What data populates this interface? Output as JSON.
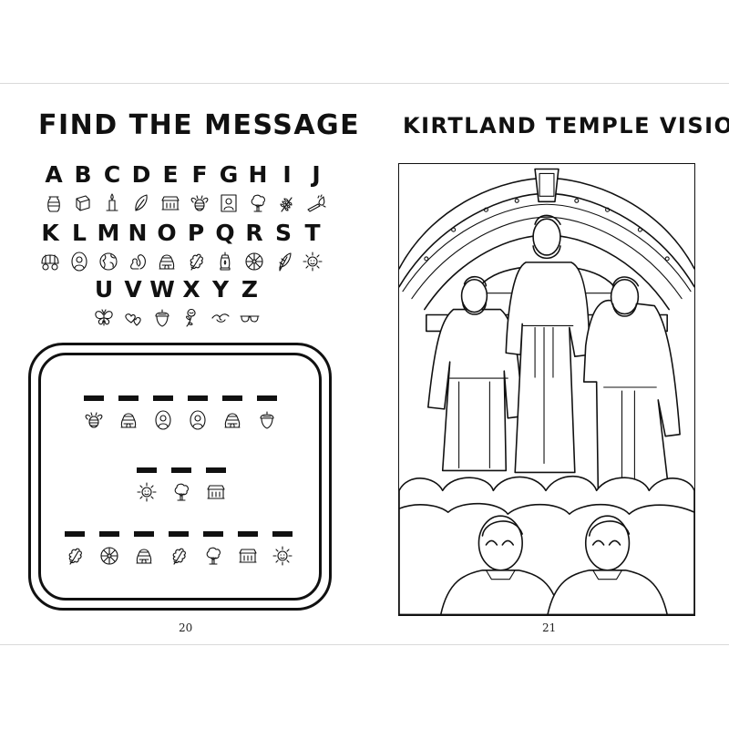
{
  "left_page": {
    "title": "FIND THE  MESSAGE",
    "page_number": "20",
    "key_rows": [
      [
        {
          "letter": "A",
          "icon": "jar-icon"
        },
        {
          "letter": "B",
          "icon": "book-icon"
        },
        {
          "letter": "C",
          "icon": "candle-icon"
        },
        {
          "letter": "D",
          "icon": "leaf-icon"
        },
        {
          "letter": "E",
          "icon": "building-icon"
        },
        {
          "letter": "F",
          "icon": "bee-icon"
        },
        {
          "letter": "G",
          "icon": "portrait-frame-icon"
        },
        {
          "letter": "H",
          "icon": "tree-icon"
        },
        {
          "letter": "I",
          "icon": "wheat-icon"
        },
        {
          "letter": "J",
          "icon": "torch-icon"
        }
      ],
      [
        {
          "letter": "K",
          "icon": "wagon-icon"
        },
        {
          "letter": "L",
          "icon": "portrait-oval-icon"
        },
        {
          "letter": "M",
          "icon": "globe-icon"
        },
        {
          "letter": "N",
          "icon": "squirrel-icon"
        },
        {
          "letter": "O",
          "icon": "beehive-icon"
        },
        {
          "letter": "P",
          "icon": "oak-leaf-icon"
        },
        {
          "letter": "Q",
          "icon": "lantern-icon"
        },
        {
          "letter": "R",
          "icon": "wheel-icon"
        },
        {
          "letter": "S",
          "icon": "feather-icon"
        },
        {
          "letter": "T",
          "icon": "sun-icon"
        }
      ],
      [
        {
          "letter": "U",
          "icon": "butterfly-icon"
        },
        {
          "letter": "V",
          "icon": "hearts-icon"
        },
        {
          "letter": "W",
          "icon": "acorn-icon"
        },
        {
          "letter": "X",
          "icon": "rose-icon"
        },
        {
          "letter": "Y",
          "icon": "seagull-icon"
        },
        {
          "letter": "Z",
          "icon": "glasses-icon"
        }
      ]
    ],
    "puzzle_words": [
      [
        "bee-icon",
        "beehive-icon",
        "portrait-oval-icon",
        "portrait-oval-icon",
        "beehive-icon",
        "acorn-icon"
      ],
      [
        "sun-icon",
        "tree-icon",
        "building-icon"
      ],
      [
        "oak-leaf-icon",
        "wheel-icon",
        "beehive-icon",
        "oak-leaf-icon",
        "tree-icon",
        "building-icon",
        "sun-icon"
      ]
    ]
  },
  "right_page": {
    "title": "KIRTLAND TEMPLE VISION",
    "page_number": "21",
    "illustration": "coloring-illustration"
  }
}
